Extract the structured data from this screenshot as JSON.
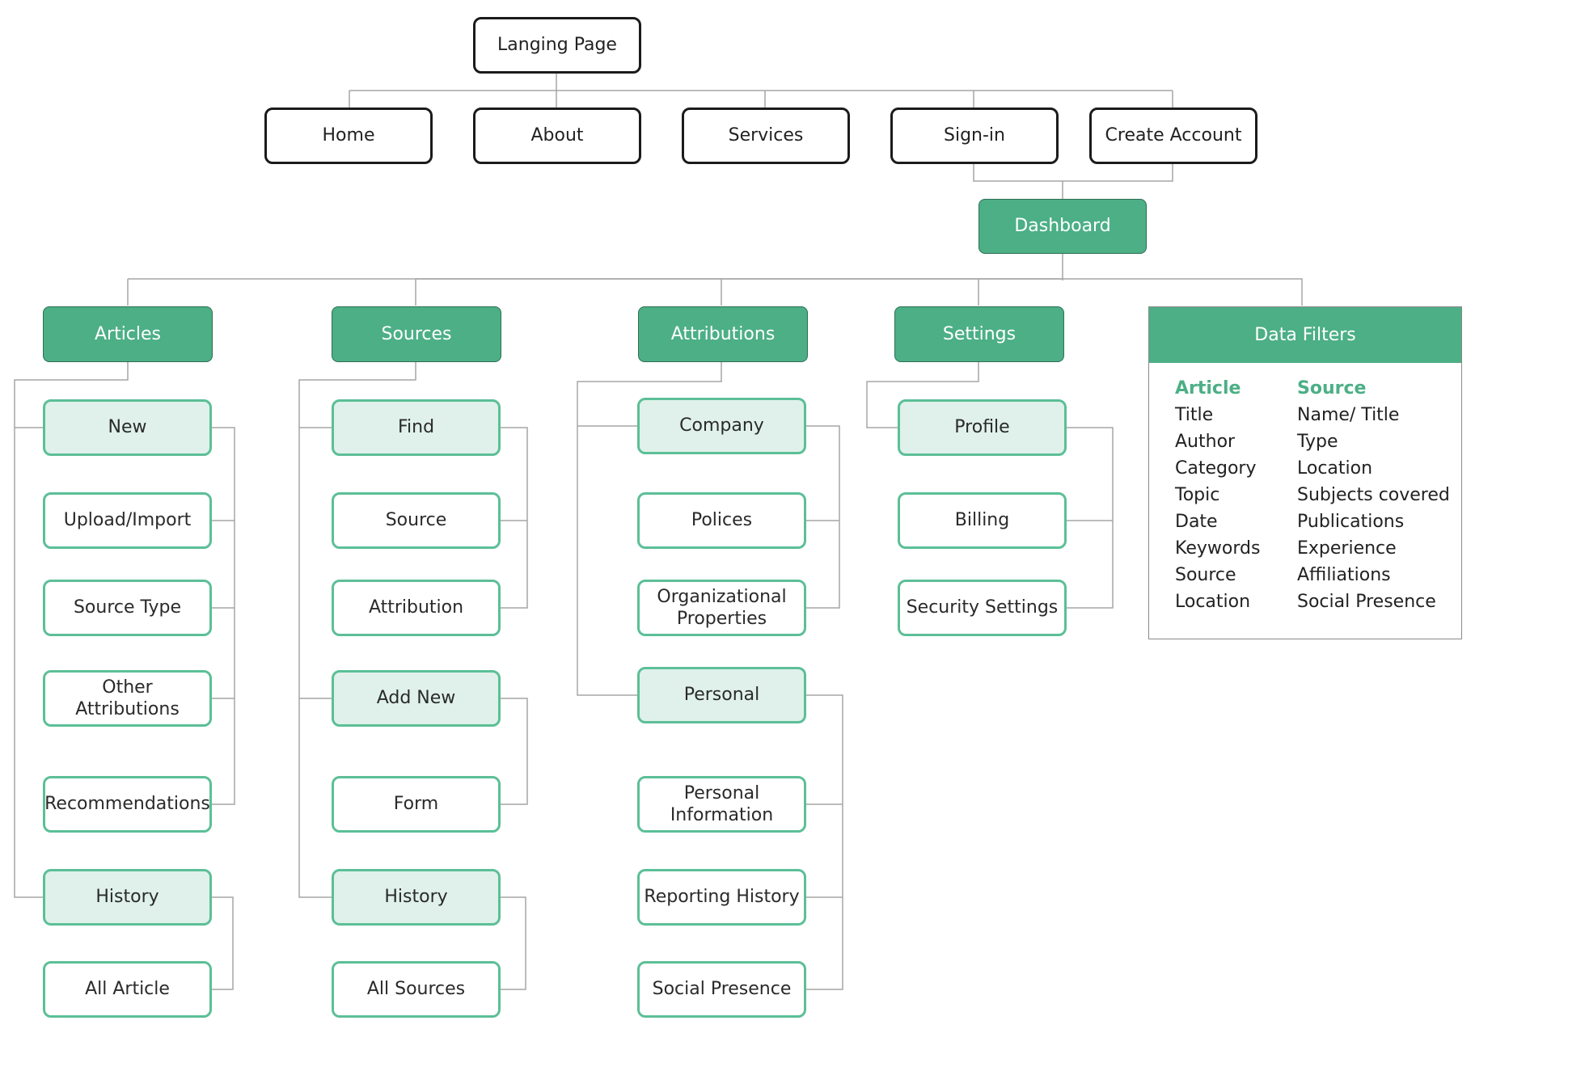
{
  "top": {
    "landing": "Langing Page",
    "home": "Home",
    "about": "About",
    "services": "Services",
    "signin": "Sign-in",
    "create_account": "Create Account"
  },
  "dashboard": "Dashboard",
  "categories": {
    "articles": "Articles",
    "sources": "Sources",
    "attributions": "Attributions",
    "settings": "Settings"
  },
  "articles": {
    "new": "New",
    "upload": "Upload/Import",
    "source_type": "Source Type",
    "other_attributions": "Other Attributions",
    "recommendations": "Recommendations",
    "history": "History",
    "all_article": "All Article"
  },
  "sources": {
    "find": "Find",
    "source": "Source",
    "attribution": "Attribution",
    "add_new": "Add New",
    "form": "Form",
    "history": "History",
    "all_sources": "All Sources"
  },
  "attributions": {
    "company": "Company",
    "polices": "Polices",
    "org_properties": "Organizational Properties",
    "personal": "Personal",
    "personal_info": "Personal Information",
    "reporting_history": "Reporting History",
    "social_presence": "Social Presence"
  },
  "settings": {
    "profile": "Profile",
    "billing": "Billing",
    "security": "Security Settings"
  },
  "data_filters": {
    "title": "Data Filters",
    "article_heading": "Article",
    "article_items": [
      "Title",
      "Author",
      "Category",
      "Topic",
      "Date",
      "Keywords",
      "Source",
      "Location"
    ],
    "source_heading": "Source",
    "source_items": [
      "Name/ Title",
      "Type",
      "Location",
      "Subjects covered",
      "Publications",
      "Experience",
      "Affiliations",
      "Social Presence"
    ]
  },
  "colors": {
    "accent": "#4caf86",
    "accent_border": "#5cbf97",
    "light_fill": "#dff1ea",
    "line": "#9e9e9e"
  }
}
